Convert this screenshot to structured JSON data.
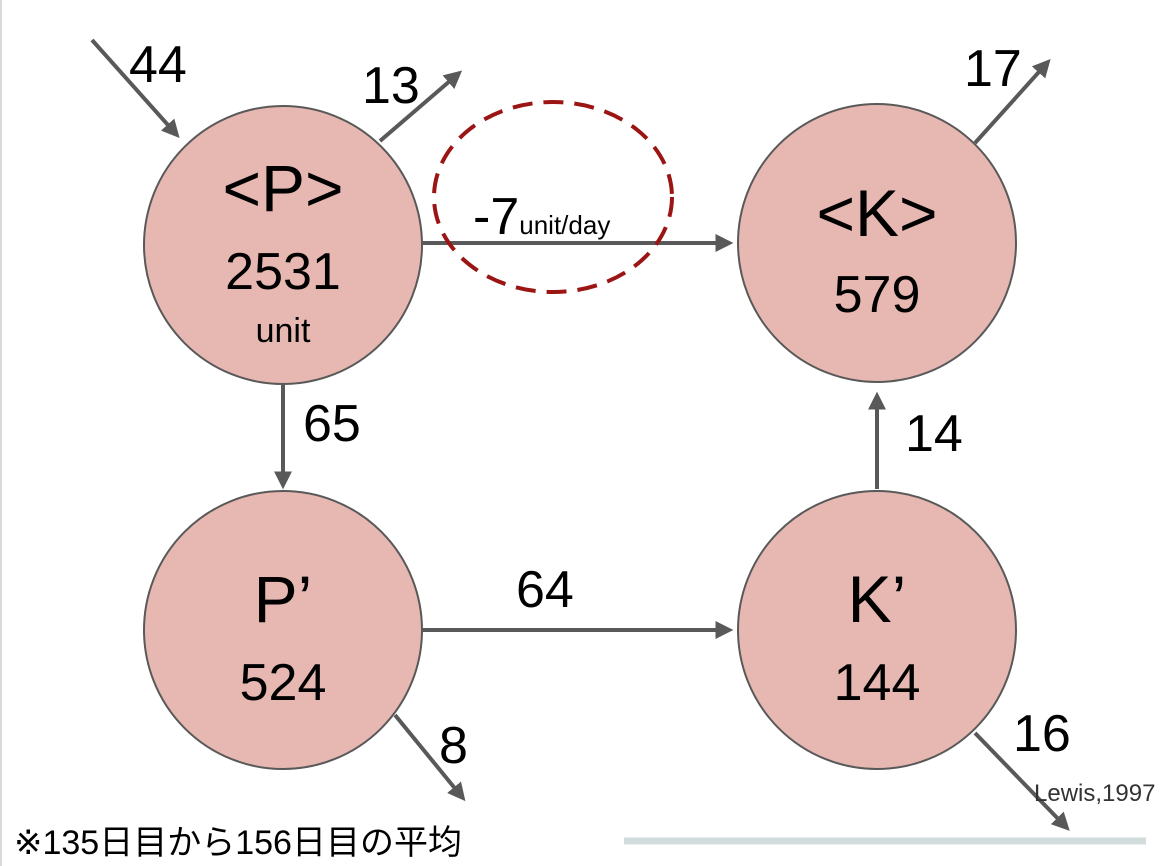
{
  "nodes": {
    "p": {
      "name": "<P>",
      "value": "2531",
      "unit": "unit"
    },
    "k": {
      "name": "<K>",
      "value": "579"
    },
    "p_prime": {
      "name": "P’",
      "value": "524"
    },
    "k_prime": {
      "name": "K’",
      "value": "144"
    }
  },
  "flows": {
    "input_p": "44",
    "output_p": "13",
    "p_to_k": "-7",
    "p_to_k_unit": "unit/day",
    "output_k": "17",
    "p_to_p_prime": "65",
    "k_prime_to_k": "14",
    "p_prime_to_k_prime": "64",
    "output_p_prime": "8",
    "output_k_prime": "16"
  },
  "footnote": "※135日目から156日目の平均",
  "citation": "Lewis,1997",
  "colors": {
    "node_fill": "#e6b8b1",
    "node_stroke": "#595959",
    "arrow": "#595959",
    "highlight_ellipse": "#9b1515"
  }
}
